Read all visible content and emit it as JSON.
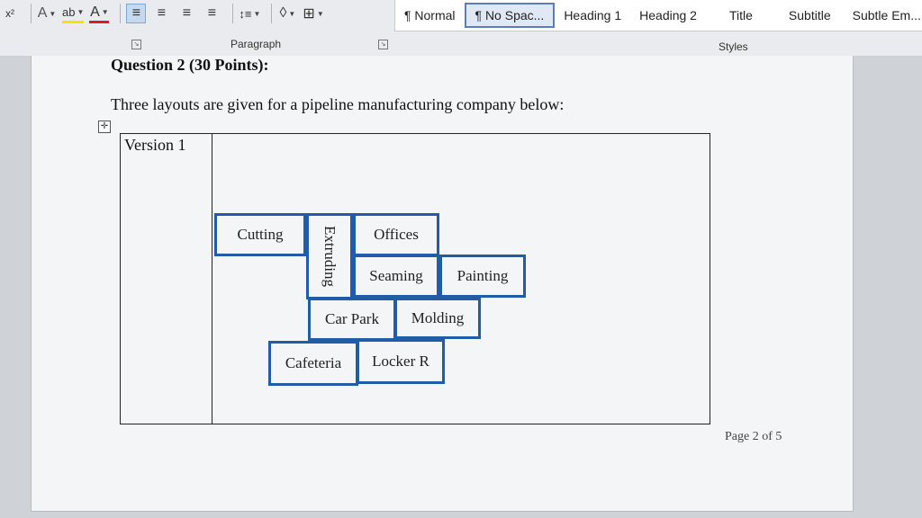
{
  "ribbon": {
    "font_buttons": [
      {
        "icon": "superscript-icon",
        "glyph": "x²"
      },
      {
        "icon": "text-effects-icon",
        "glyph": "A"
      },
      {
        "icon": "highlight-icon",
        "glyph": "ab"
      },
      {
        "icon": "font-color-icon",
        "glyph": "A"
      }
    ],
    "paragraph_buttons": [
      {
        "icon": "align-left-icon",
        "glyph": "≡"
      },
      {
        "icon": "align-center-icon",
        "glyph": "≡"
      },
      {
        "icon": "align-right-icon",
        "glyph": "≡"
      },
      {
        "icon": "justify-icon",
        "glyph": "≡"
      },
      {
        "icon": "line-spacing-icon",
        "glyph": "↕≡"
      },
      {
        "icon": "shading-icon",
        "glyph": "◊"
      },
      {
        "icon": "borders-icon",
        "glyph": "⊞"
      }
    ],
    "paragraph_label": "Paragraph",
    "styles_label": "Styles",
    "styles": [
      "¶ Normal",
      "¶ No Spac...",
      "Heading 1",
      "Heading 2",
      "Title",
      "Subtitle",
      "Subtle Em..."
    ],
    "selected_style_index": 1
  },
  "document": {
    "question_title": "Question 2 (30 Points):",
    "intro": "Three layouts are given for a pipeline manufacturing company below:",
    "table": {
      "version_label": "Version 1",
      "departments": {
        "cutting": "Cutting",
        "extruding": "Extruding",
        "offices": "Offices",
        "seaming": "Seaming",
        "painting": "Painting",
        "car_park": "Car Park",
        "molding": "Molding",
        "cafeteria": "Cafeteria",
        "locker": "Locker R"
      }
    },
    "page_number": "Page 2 of 5"
  },
  "colors": {
    "dept_border": "#1f5da8",
    "selected_style_border": "#5b7fb5"
  }
}
